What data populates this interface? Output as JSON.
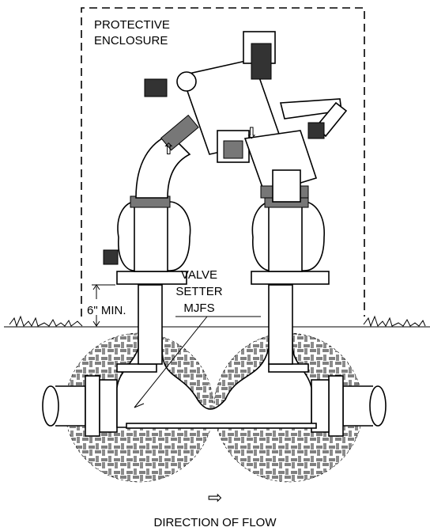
{
  "labels": {
    "enclosure_line1": "PROTECTIVE",
    "enclosure_line2": "ENCLOSURE",
    "valve_line1": "VALVE",
    "valve_line2": "SETTER",
    "valve_line3": "MJFS",
    "min_clearance": "6\" MIN.",
    "flow_arrow": "⇨",
    "direction": "DIRECTION OF FLOW"
  }
}
